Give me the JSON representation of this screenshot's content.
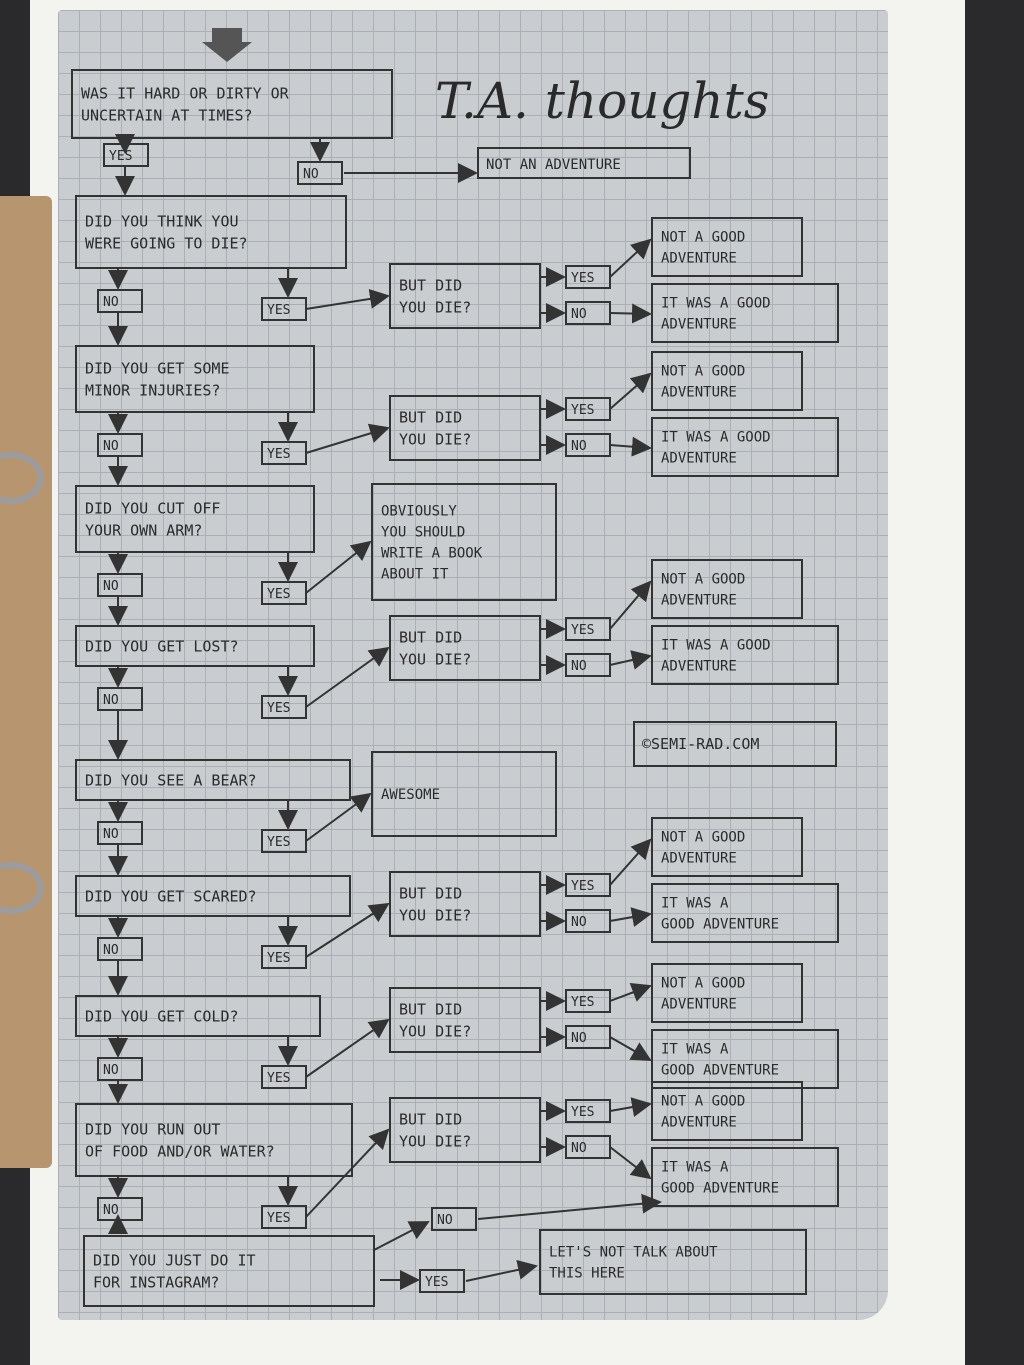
{
  "title": "T.A. thoughts",
  "credit": "©SEMI-RAD.COM",
  "start": {
    "question_lines": [
      "WAS IT HARD OR DIRTY OR",
      "UNCERTAIN AT TIMES?"
    ],
    "yes": "YES",
    "no": "NO",
    "no_result": "NOT AN ADVENTURE"
  },
  "steps": [
    {
      "q": [
        "DID YOU THINK YOU",
        "WERE GOING TO DIE?"
      ],
      "yes": "YES",
      "no": "NO",
      "followup": [
        "BUT DID",
        "YOU DIE?"
      ],
      "f_yes": "YES",
      "f_no": "NO",
      "r_yes": [
        "NOT A GOOD",
        "ADVENTURE"
      ],
      "r_no": [
        "IT WAS A GOOD",
        "ADVENTURE"
      ]
    },
    {
      "q": [
        "DID YOU GET SOME",
        "MINOR INJURIES?"
      ],
      "yes": "YES",
      "no": "NO",
      "followup": [
        "BUT DID",
        "YOU DIE?"
      ],
      "f_yes": "YES",
      "f_no": "NO",
      "r_yes": [
        "NOT A GOOD",
        "ADVENTURE"
      ],
      "r_no": [
        "IT WAS A GOOD",
        "ADVENTURE"
      ]
    },
    {
      "q": [
        "DID YOU CUT OFF",
        "YOUR OWN ARM?"
      ],
      "yes": "YES",
      "no": "NO",
      "result": [
        "OBVIOUSLY",
        "YOU SHOULD",
        "WRITE A BOOK",
        "ABOUT IT"
      ]
    },
    {
      "q": [
        "DID YOU GET LOST?"
      ],
      "yes": "YES",
      "no": "NO",
      "followup": [
        "BUT DID",
        "YOU DIE?"
      ],
      "f_yes": "YES",
      "f_no": "NO",
      "r_yes": [
        "NOT A GOOD",
        "ADVENTURE"
      ],
      "r_no": [
        "IT WAS A GOOD",
        "ADVENTURE"
      ]
    },
    {
      "q": [
        "DID YOU SEE A BEAR?"
      ],
      "yes": "YES",
      "no": "NO",
      "result": [
        "AWESOME"
      ]
    },
    {
      "q": [
        "DID YOU GET SCARED?"
      ],
      "yes": "YES",
      "no": "NO",
      "followup": [
        "BUT DID",
        "YOU DIE?"
      ],
      "f_yes": "YES",
      "f_no": "NO",
      "r_yes": [
        "NOT A GOOD",
        "ADVENTURE"
      ],
      "r_no": [
        "IT WAS A",
        "GOOD ADVENTURE"
      ]
    },
    {
      "q": [
        "DID YOU GET COLD?"
      ],
      "yes": "YES",
      "no": "NO",
      "followup": [
        "BUT DID",
        "YOU DIE?"
      ],
      "f_yes": "YES",
      "f_no": "NO",
      "r_yes": [
        "NOT A GOOD",
        "ADVENTURE"
      ],
      "r_no": [
        "IT WAS A",
        "GOOD ADVENTURE"
      ]
    },
    {
      "q": [
        "DID YOU RUN OUT",
        "OF FOOD AND/OR WATER?"
      ],
      "yes": "YES",
      "no": "NO",
      "followup": [
        "BUT DID",
        "YOU DIE?"
      ],
      "f_yes": "YES",
      "f_no": "NO",
      "r_yes": [
        "NOT A GOOD",
        "ADVENTURE"
      ],
      "r_no": [
        "IT WAS A",
        "GOOD ADVENTURE"
      ]
    }
  ],
  "last": {
    "question_lines": [
      "DID YOU JUST DO IT",
      "FOR INSTAGRAM?"
    ],
    "yes": "YES",
    "no": "NO",
    "yes_result": [
      "LET'S NOT TALK ABOUT",
      "THIS HERE"
    ]
  }
}
